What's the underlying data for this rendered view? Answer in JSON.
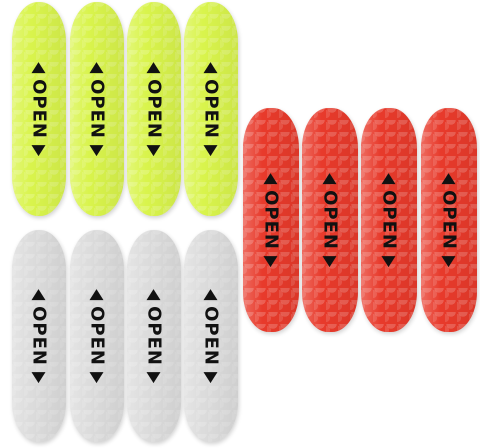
{
  "product": {
    "sticker_text": "OPEN",
    "groups": [
      {
        "name": "yellow",
        "color": "#d9f44c",
        "count": 4
      },
      {
        "name": "silver",
        "color": "#dcdcdc",
        "count": 4
      },
      {
        "name": "red",
        "color": "#e83a2b",
        "count": 4
      }
    ]
  },
  "icons": {
    "arrow_left": "triangle-left-icon",
    "arrow_right": "triangle-right-icon"
  }
}
